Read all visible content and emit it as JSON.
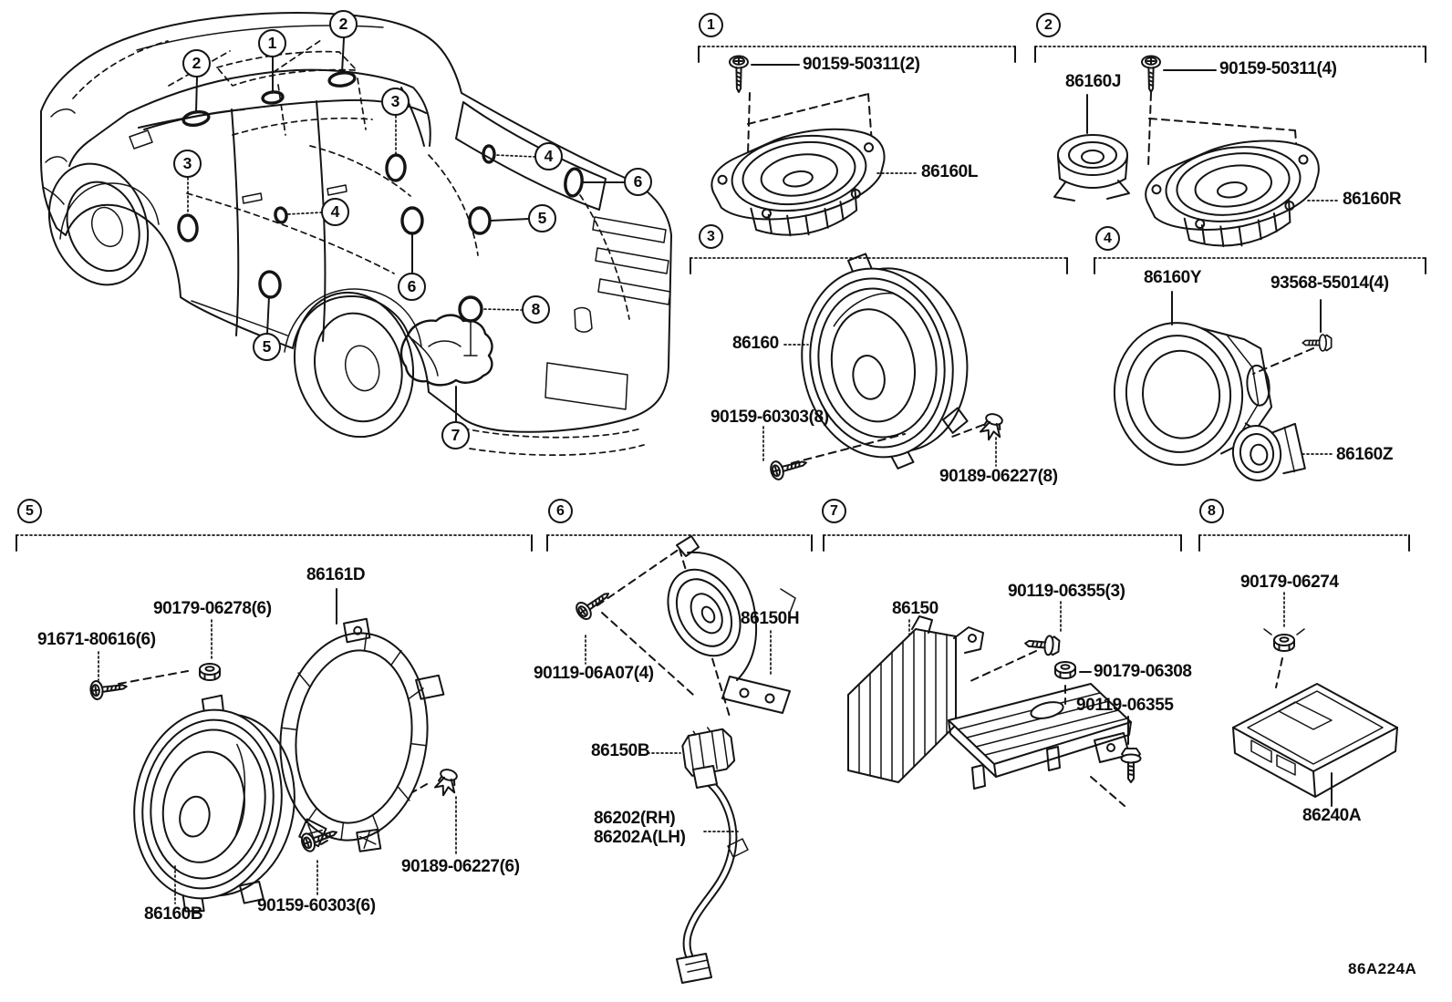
{
  "footer": {
    "drawing_code": "86A224A"
  },
  "car": {
    "callouts": [
      "2",
      "1",
      "2",
      "3",
      "3",
      "4",
      "4",
      "5",
      "5",
      "6",
      "6",
      "7",
      "8"
    ]
  },
  "sections": [
    {
      "num": "1",
      "labels": {
        "screw": "90159-50311(2)",
        "speaker": "86160L"
      }
    },
    {
      "num": "2",
      "labels": {
        "tweeter": "86160J",
        "screw": "90159-50311(4)",
        "speaker": "86160R"
      }
    },
    {
      "num": "3",
      "labels": {
        "speaker": "86160",
        "screw": "90159-60303(8)",
        "clip": "90189-06227(8)"
      }
    },
    {
      "num": "4",
      "labels": {
        "speaker": "86160Y",
        "screw": "93568-55014(4)",
        "tweeter": "86160Z"
      }
    },
    {
      "num": "5",
      "labels": {
        "nut": "90179-06278(6)",
        "screw_front": "91671-80616(6)",
        "ring": "86161D",
        "speaker": "86160B",
        "screw_rear": "90159-60303(6)",
        "clip": "90189-06227(6)"
      }
    },
    {
      "num": "6",
      "labels": {
        "screw": "90119-06A07(4)",
        "tweeter": "86150H",
        "connector": "86150B",
        "harness_rh": "86202(RH)",
        "harness_lh": "86202A(LH)"
      }
    },
    {
      "num": "7",
      "labels": {
        "amplifier": "86150",
        "bolt": "90119-06355(3)",
        "nut": "90179-06308",
        "bolt_rear": "90119-06355"
      }
    },
    {
      "num": "8",
      "labels": {
        "nut": "90179-06274",
        "module": "86240A"
      }
    }
  ]
}
